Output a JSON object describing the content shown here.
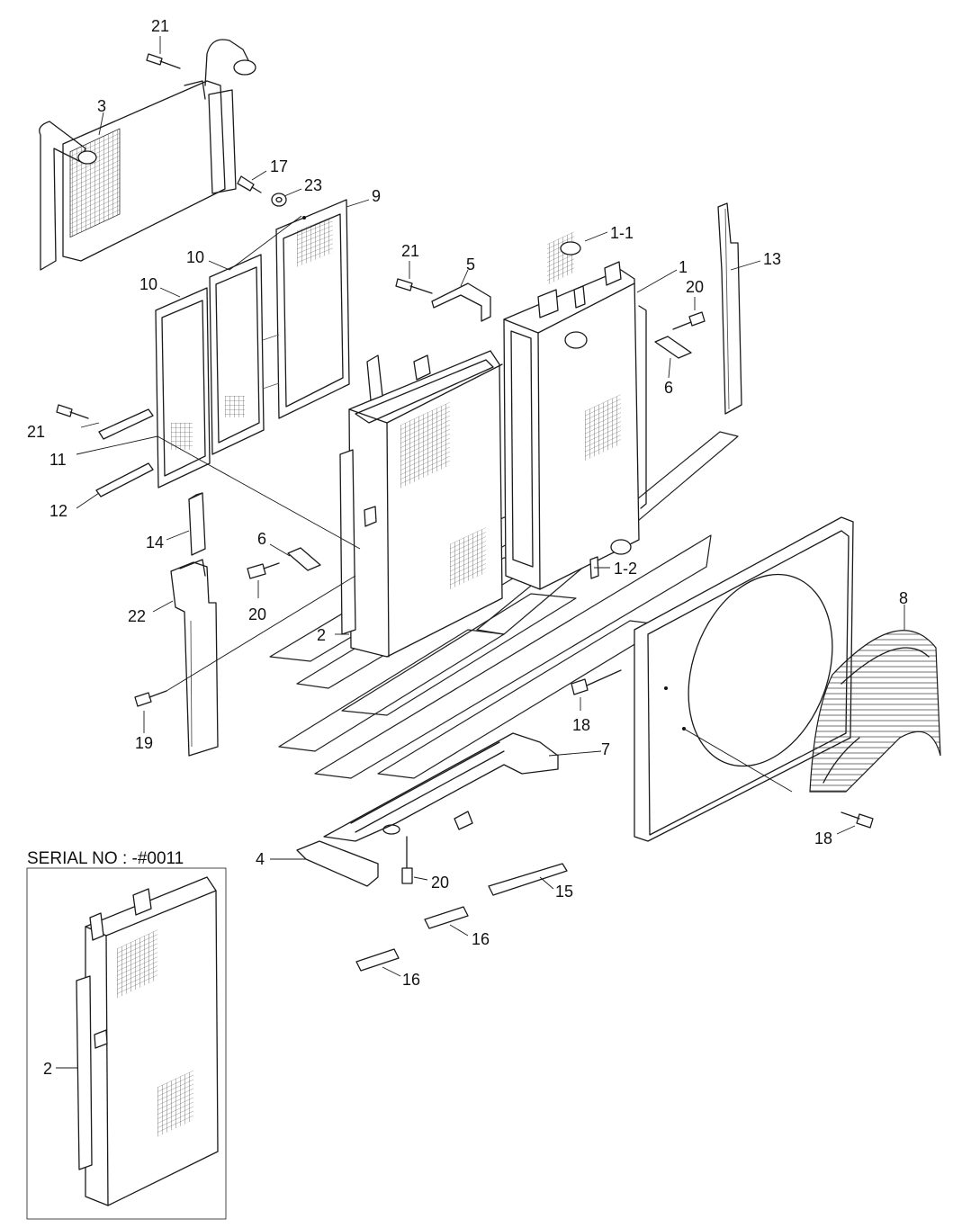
{
  "diagram": {
    "serial_header": "SERIAL NO : -#0011",
    "callouts": {
      "c21a": "21",
      "c3": "3",
      "c17": "17",
      "c23": "23",
      "c9": "9",
      "c10a": "10",
      "c10b": "10",
      "c21b": "21",
      "c5": "5",
      "c1_1": "1-1",
      "c1": "1",
      "c13": "13",
      "c20a": "20",
      "c6a": "6",
      "c21c": "21",
      "c11": "11",
      "c12": "12",
      "c14": "14",
      "c6b": "6",
      "c20b": "20",
      "c1_2": "1-2",
      "c22": "22",
      "c2a": "2",
      "c8": "8",
      "c19": "19",
      "c18a": "18",
      "c7": "7",
      "c18b": "18",
      "c4": "4",
      "c20c": "20",
      "c15": "15",
      "c16a": "16",
      "c16b": "16",
      "c2b": "2"
    }
  }
}
